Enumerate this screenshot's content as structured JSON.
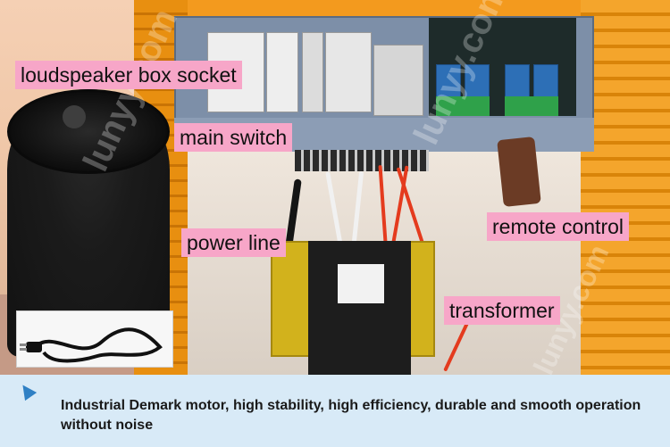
{
  "callouts": {
    "loudspeaker": "loudspeaker box socket",
    "main_switch": "main switch",
    "power_line": "power line",
    "remote_control": "remote control",
    "transformer": "transformer"
  },
  "caption": {
    "text": "Industrial Demark motor, high stability, high efficiency, durable and smooth operation without noise"
  },
  "watermark": "lunyy.com",
  "colors": {
    "callout_bg": "#f7a6c8",
    "caption_bg": "#d8eaf7",
    "arrow": "#2f80c4",
    "cabinet": "#f39a1e"
  },
  "icons": [
    "caption-arrow-icon"
  ]
}
